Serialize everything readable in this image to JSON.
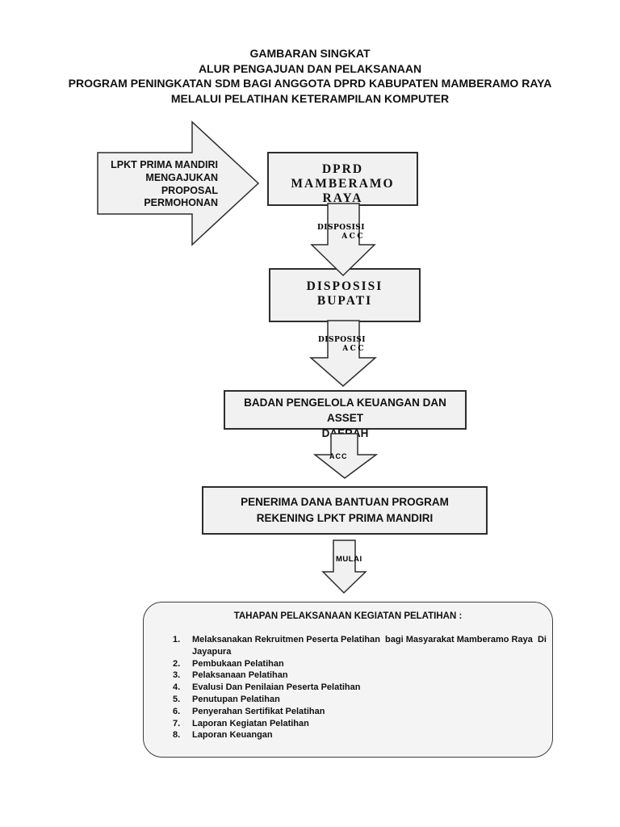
{
  "document": {
    "title_lines": [
      "GAMBARAN SINGKAT",
      "ALUR PENGAJUAN DAN PELAKSANAAN",
      "PROGRAM PENINGKATAN SDM BAGI ANGGOTA DPRD KABUPATEN MAMBERAMO RAYA",
      "MELALUI PELATIHAN KETERAMPILAN KOMPUTER"
    ],
    "flow": {
      "proposal_arrow": {
        "line1": "LPKT PRIMA MANDIRI",
        "line2": "MENGAJUKAN",
        "line3": "PROPOSAL",
        "line4": "PERMOHONAN"
      },
      "dprd_box": {
        "line1": "DPRD",
        "line2": "MAMBERAMO RAYA"
      },
      "arrow_dprd_label": {
        "line1": "DISPOSISI",
        "line2": "ACC"
      },
      "bupati_box": {
        "line1": "DISPOSISI",
        "line2": "BUPATI"
      },
      "arrow_bupati_label": {
        "line1": "DISPOSISI",
        "line2": "ACC"
      },
      "bpkad_box": {
        "line1": "BADAN PENGELOLA KEUANGAN DAN ASSET",
        "line2": "DAERAH"
      },
      "arrow_bpkad_label": "ACC",
      "penerima_box": {
        "line1": "PENERIMA DANA BANTUAN PROGRAM",
        "line2": "REKENING LPKT PRIMA MANDIRI"
      },
      "arrow_penerima_label": "MULAI",
      "tahapan_box": {
        "heading": "TAHAPAN PELAKSANAAN KEGIATAN PELATIHAN :",
        "items": [
          {
            "no": "1.",
            "text": "Melaksanakan Rekruitmen Peserta Pelatihan  bagi Masyarakat Mamberamo Raya  Di Jayapura"
          },
          {
            "no": "2.",
            "text": "Pembukaan Pelatihan"
          },
          {
            "no": "3.",
            "text": "Pelaksanaan Pelatihan"
          },
          {
            "no": "4.",
            "text": "Evalusi Dan Penilaian Peserta Pelatihan"
          },
          {
            "no": "5.",
            "text": "Penutupan Pelatihan"
          },
          {
            "no": "6.",
            "text": "Penyerahan Sertifikat Pelatihan"
          },
          {
            "no": "7.",
            "text": "Laporan Kegiatan Pelatihan"
          },
          {
            "no": "8.",
            "text": "Laporan Keuangan"
          }
        ]
      }
    },
    "colors": {
      "page_bg": "#ffffff",
      "shape_fill": "#f1f1f1",
      "rounded_box_fill": "#f4f4f4",
      "shape_border": "#2d2d2d",
      "text": "#111111"
    }
  }
}
